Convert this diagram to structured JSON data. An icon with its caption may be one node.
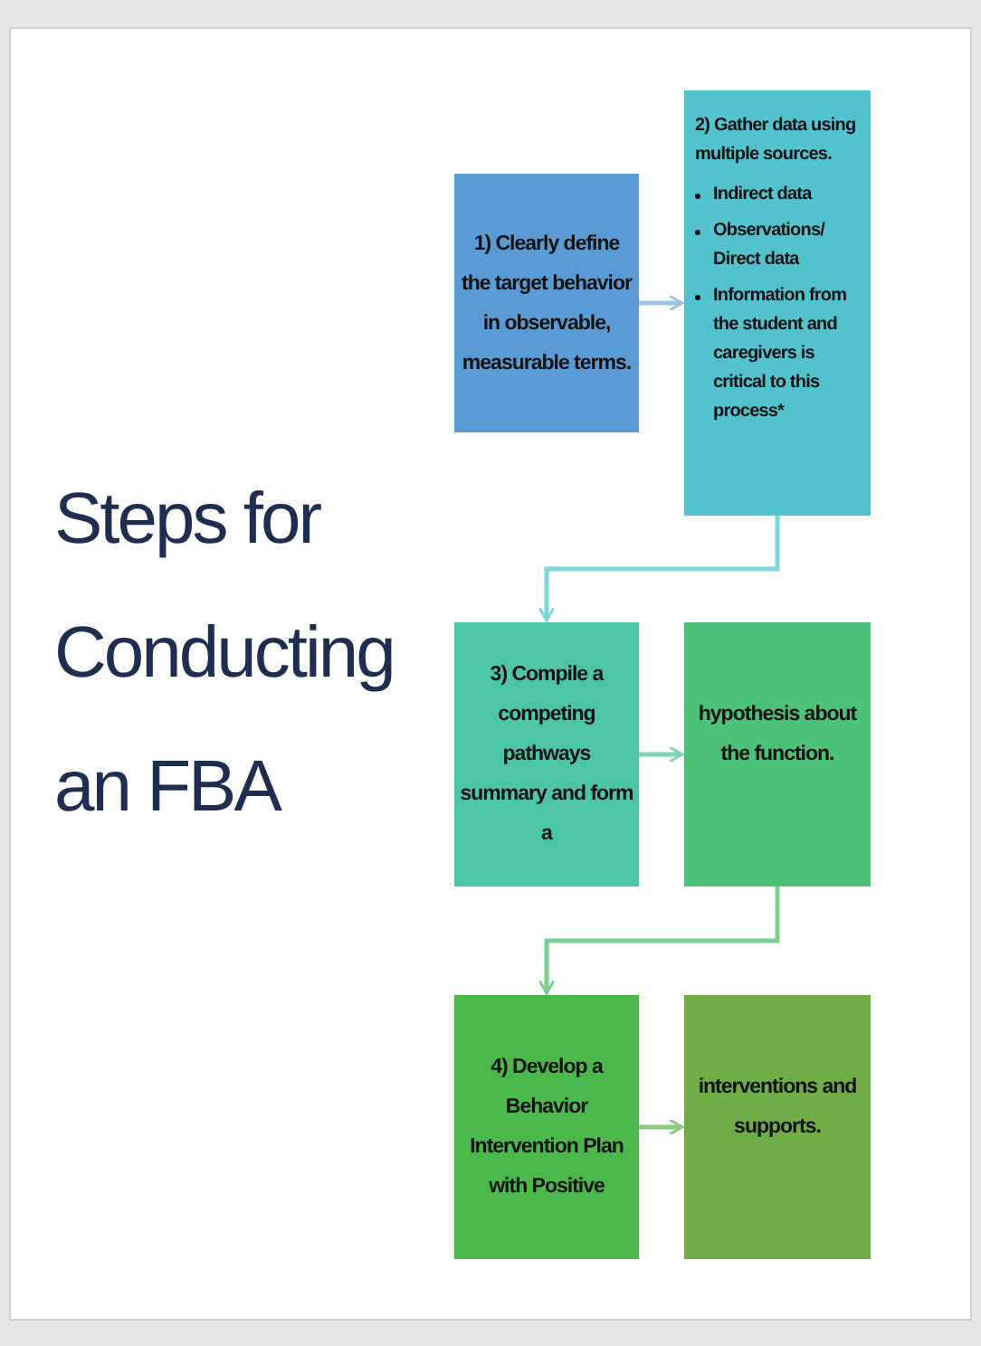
{
  "diagram": {
    "title": "Steps for Conducting an FBA",
    "nodes": [
      {
        "text": [
          "1) Clearly define the target behavior in observable, measurable terms."
        ]
      },
      {
        "text": [
          "2) Gather data using multiple sources.",
          "Indirect data",
          "Observations/ Direct data",
          "Information from the student and caregivers is critical to this process*"
        ]
      },
      {
        "text": [
          "3) Compile a competing pathways summary and form a"
        ]
      },
      {
        "text": [
          "hypothesis about the function."
        ]
      },
      {
        "text": [
          "4) Develop a Behavior Intervention Plan with Positive"
        ]
      },
      {
        "text": [
          "interventions and supports."
        ]
      }
    ],
    "edges": [
      {
        "from": 0,
        "to": 1,
        "arrow": "to",
        "color": "#9dc3e6"
      },
      {
        "from": 1,
        "to": 2,
        "arrow": "to",
        "color": "#7fd6dc"
      },
      {
        "from": 2,
        "to": 3,
        "arrow": "to",
        "color": "#7fd4b5"
      },
      {
        "from": 3,
        "to": 4,
        "arrow": "to",
        "color": "#7ccf8e"
      },
      {
        "from": 4,
        "to": 5,
        "arrow": "to",
        "color": "#8cc97a"
      }
    ]
  }
}
